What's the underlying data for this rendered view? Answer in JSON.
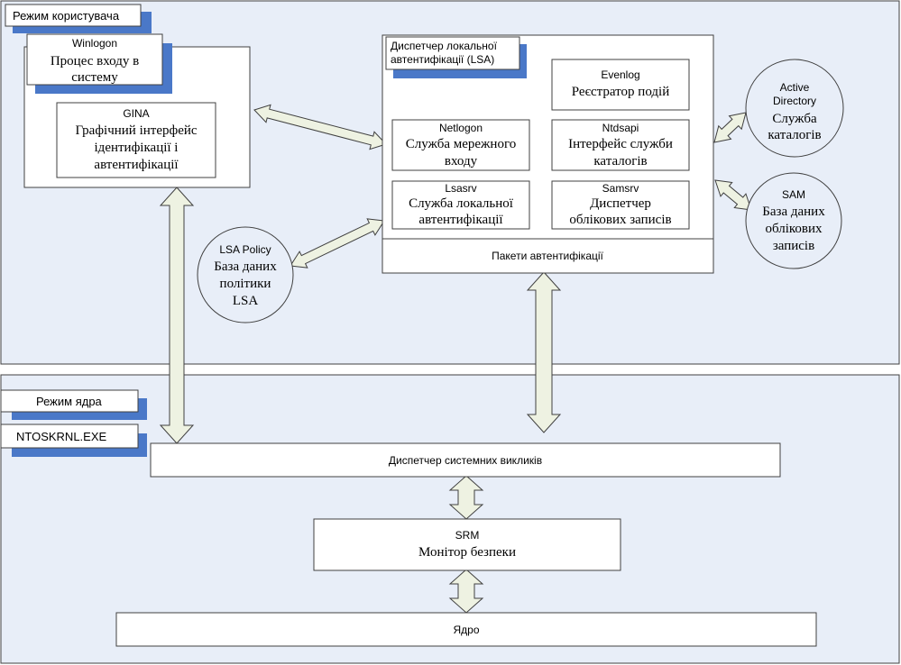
{
  "colors": {
    "region_fill": "#e8eef8",
    "tab_shadow": "#4a78c8",
    "box_fill": "#ffffff",
    "arrow_fill": "#eef2e2",
    "stroke": "#404040"
  },
  "user_mode": {
    "label": "Режим користувача",
    "winlogon": {
      "name": "Winlogon",
      "desc_line1": "Процес входу в",
      "desc_line2": "систему",
      "gina": {
        "name": "GINA",
        "line1": "Графічний інтерфейс",
        "line2": "ідентифікації і",
        "line3": "автентифікації"
      }
    },
    "lsa": {
      "title_line1": "Диспетчер локальної",
      "title_line2": "автентифікації (LSA)",
      "evenlog": {
        "name": "Evenlog",
        "line1": "Реєстратор подій"
      },
      "netlogon": {
        "name": "Netlogon",
        "line1": "Служба мережного",
        "line2": "входу"
      },
      "ntdsapi": {
        "name": "Ntdsapi",
        "line1": "Інтерфейс служби",
        "line2": "каталогів"
      },
      "lsasrv": {
        "name": "Lsasrv",
        "line1": "Служба локальної",
        "line2": "автентифікації"
      },
      "samsrv": {
        "name": "Samsrv",
        "line1": "Диспетчер",
        "line2": "облікових записів"
      },
      "auth_packages": "Пакети автентифікації"
    },
    "lsa_policy": {
      "name": "LSA Policy",
      "line1": "База даних",
      "line2": "політики",
      "line3": "LSA"
    },
    "active_directory": {
      "name_line1": "Active",
      "name_line2": "Directory",
      "line1": "Служба",
      "line2": "каталогів"
    },
    "sam": {
      "name": "SAM",
      "line1": "База даних",
      "line2": "облікових",
      "line3": "записів"
    }
  },
  "kernel_mode": {
    "label": "Режим ядра",
    "ntoskrnl": "NTOSKRNL.EXE",
    "syscall_dispatcher": "Диспетчер системних викликів",
    "srm": {
      "name": "SRM",
      "line1": "Монітор безпеки"
    },
    "kernel": "Ядро"
  }
}
